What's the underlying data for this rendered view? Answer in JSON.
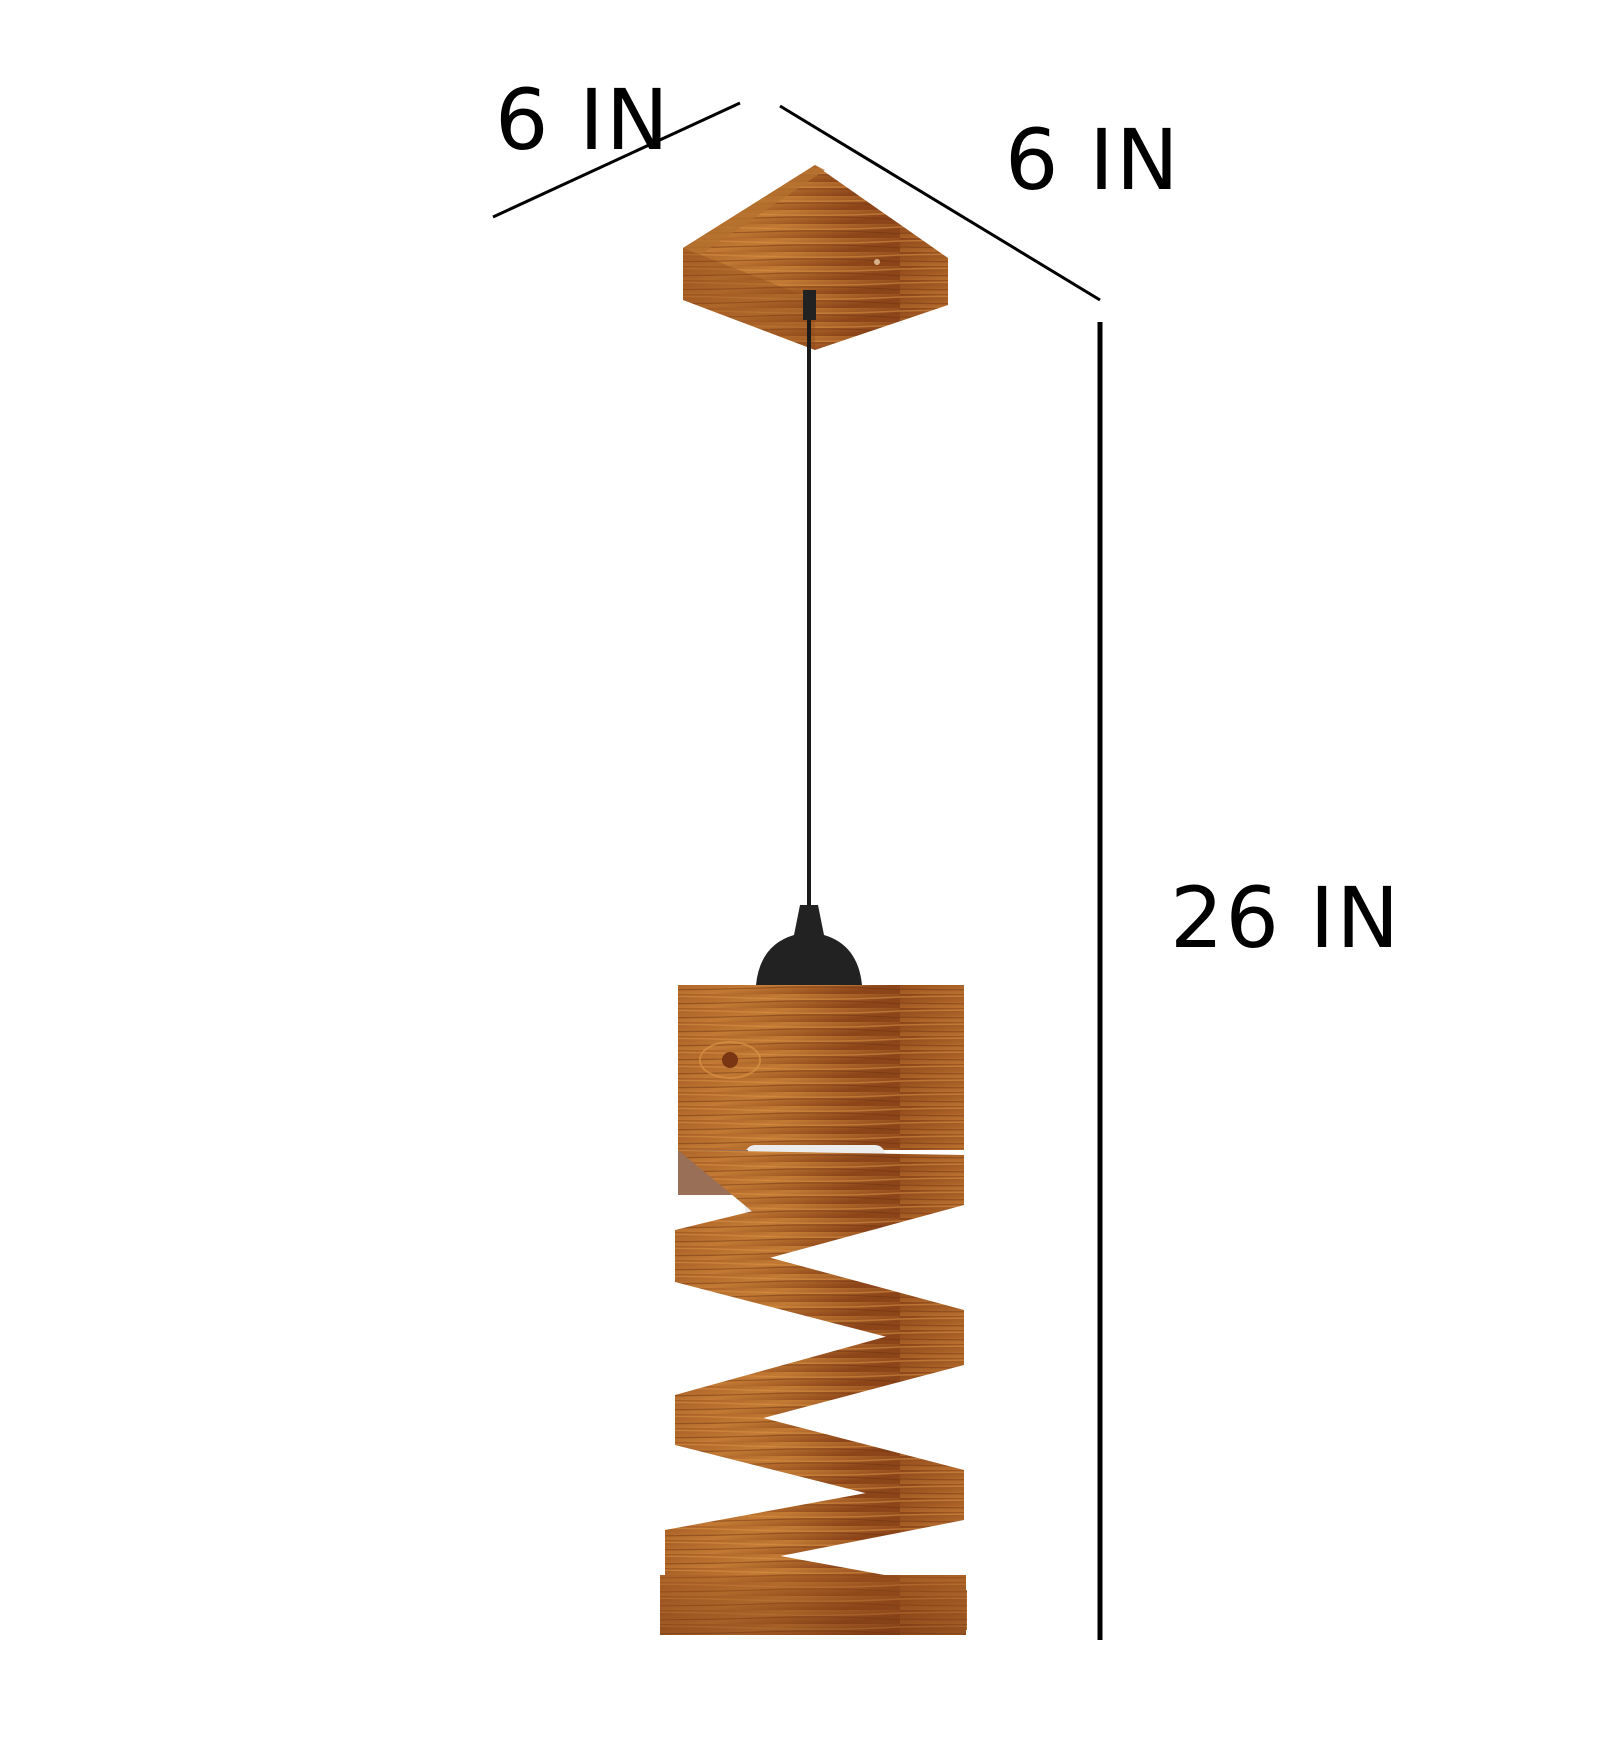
{
  "product": {
    "type": "wooden zig-zag pendant lamp",
    "colors": {
      "background": "#ffffff",
      "wood_dark": "#7a3a14",
      "wood_mid": "#9c5320",
      "wood_light": "#c27a34",
      "wire": "#1a1a1a",
      "holder": "#222222",
      "bulb_socket": "#e8e8e8",
      "dimension_line": "#000000"
    }
  },
  "dimensions": {
    "width_label": "6 IN",
    "depth_label": "6 IN",
    "height_label": "26 IN"
  }
}
